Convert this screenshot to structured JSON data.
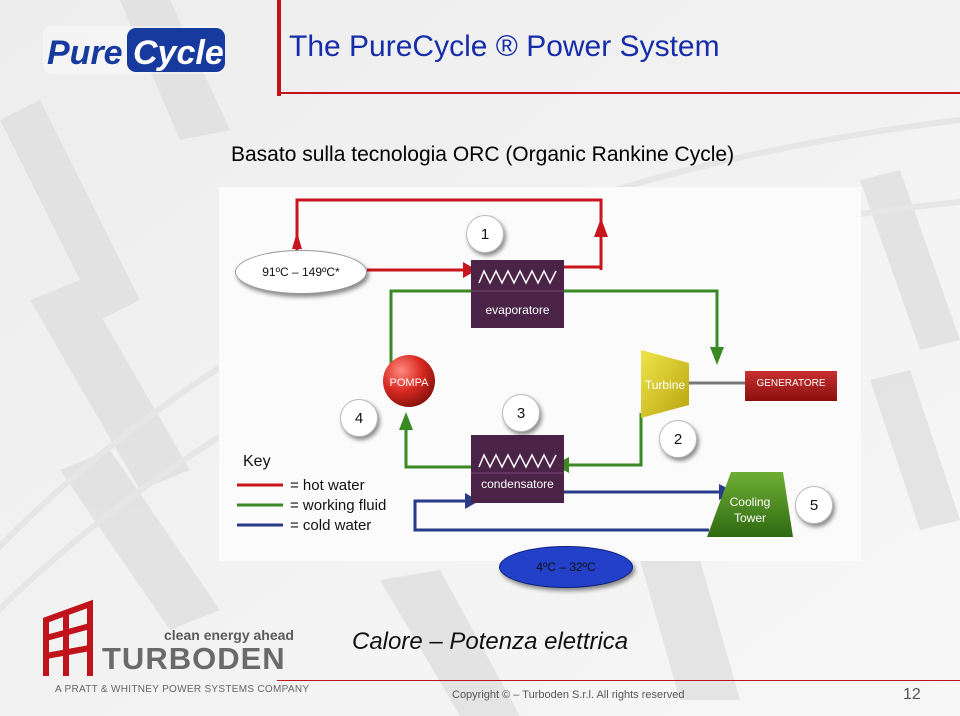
{
  "header": {
    "title": "The PureCycle ® Power System",
    "subtitle": "Basato sulla tecnologia ORC (Organic Rankine Cycle)"
  },
  "logo": {
    "brand_text": "PureCycle"
  },
  "diagram": {
    "hot_range": "91ºC – 149ºC*",
    "cold_range": "4ºC – 32ºC",
    "evaporator_label": "evaporatore",
    "condenser_label": "condensatore",
    "pump_label": "POMPA",
    "turbine_label": "Turbine",
    "generator_label": "GENERATORE",
    "cooling_tower_label_1": "Cooling",
    "cooling_tower_label_2": "Tower",
    "steps": {
      "s1": "1",
      "s2": "2",
      "s3": "3",
      "s4": "4",
      "s5": "5"
    },
    "key": {
      "title": "Key",
      "hot": "= hot water",
      "working": "= working fluid",
      "cold": "= cold water"
    },
    "colors": {
      "hot": "#c8141e",
      "working": "#3a8a24",
      "cold": "#283a8a",
      "hx": "#4a2347"
    }
  },
  "footer": {
    "tagline": "Calore – Potenza elettrica",
    "company_tag": "clean energy ahead",
    "company_name": "TURBODEN",
    "company_sub": "A PRATT & WHITNEY POWER SYSTEMS COMPANY",
    "copyright": "Copyright ©  – Turboden S.r.l. All rights reserved",
    "page": "12"
  }
}
